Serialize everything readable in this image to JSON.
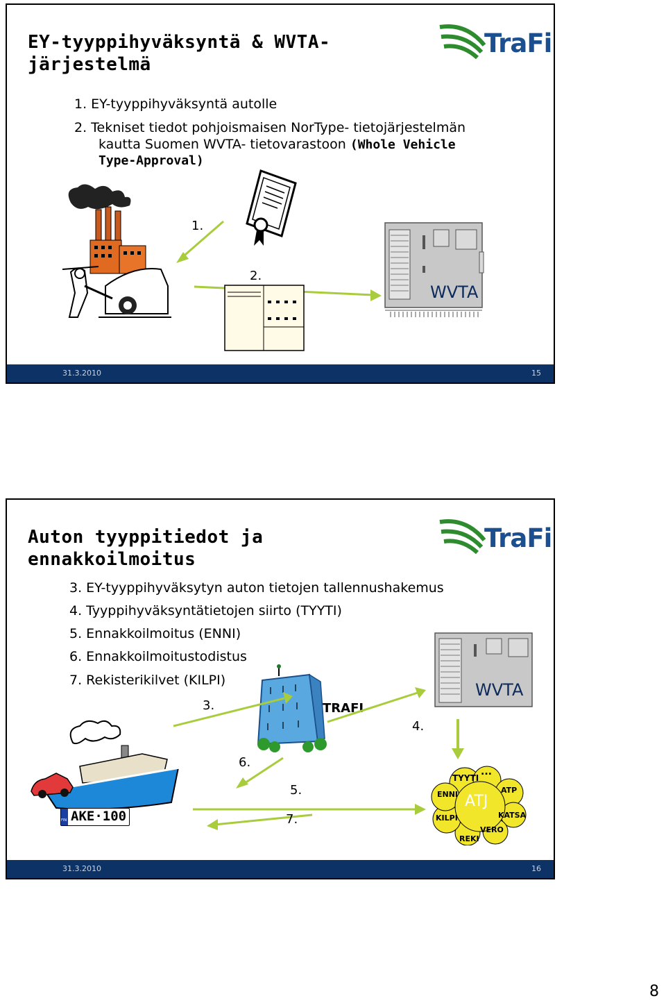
{
  "slide1": {
    "title": "EY-tyyppihyväksyntä & WVTA-\njärjestelmä",
    "line1": "1. EY-tyyppihyväksyntä autolle",
    "line2a": "2. Tekniset tiedot pohjoismaisen NorType- tietojärjestelmän",
    "line2b_plain": "kautta Suomen WVTA- tietovarastoon ",
    "line2b_bold": "(Whole Vehicle",
    "line2c": "Type-Approval)",
    "label_1": "1.",
    "label_2": "2.",
    "wvta": "WVTA",
    "footer_date": "31.3.2010",
    "footer_page": "15"
  },
  "slide2": {
    "title": "Auton tyyppitiedot ja\nennakkoilmoitus",
    "items": [
      "3. EY-tyyppihyväksytyn auton tietojen tallennushakemus",
      "4. Tyyppihyväksyntätietojen siirto (TYYTI)",
      "5. Ennakkoilmoitus (ENNI)",
      "6. Ennakkoilmoitustodistus",
      "7. Rekisterikilvet (KILPI)"
    ],
    "label_3": "3.",
    "label_4": "4.",
    "label_5": "5.",
    "label_6": "6.",
    "label_7": "7.",
    "trafi": "TRAFI",
    "wvta": "WVTA",
    "plate": "AKE·100",
    "plate_country": "FIN",
    "cloud": {
      "center": "ATJ",
      "tyyti": "TYYTI",
      "dots": "...",
      "atp": "ATP",
      "enni": "ENNI",
      "katsa": "KATSA",
      "kilpi": "KILPI",
      "vero": "VERO",
      "reki": "REKI"
    },
    "footer_date": "31.3.2010",
    "footer_page": "16"
  },
  "logo_text": "TraFi",
  "page_number": "8",
  "colors": {
    "footer": "#0d3266",
    "logo_green": "#2e8b2e",
    "logo_blue": "#1b4f8f",
    "arrow": "#a8cc3c",
    "cloud": "#f2e62a"
  }
}
